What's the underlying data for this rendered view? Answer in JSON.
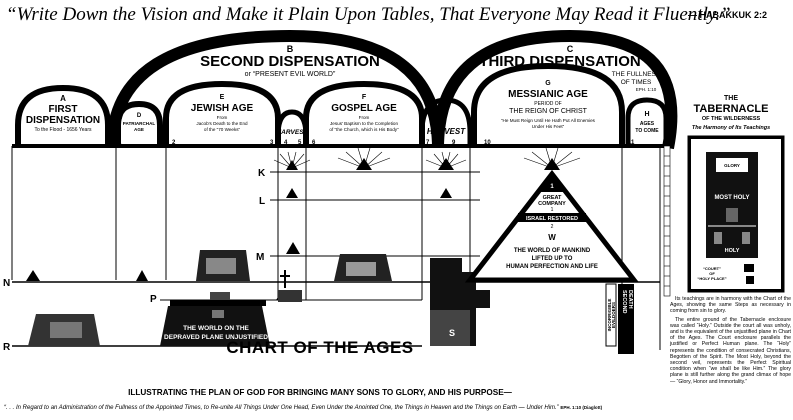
{
  "header": {
    "quote": "“Write Down the Vision and Make it Plain Upon Tables, That Everyone May Read it Fluently.”",
    "reference": "— HABAKKUK 2:2"
  },
  "dispensations": {
    "a": {
      "letter": "A",
      "title1": "FIRST",
      "title2": "DISPENSATION",
      "note": "To the Flood - 1656 Years"
    },
    "b": {
      "letter": "B",
      "title": "SECOND DISPENSATION",
      "subtitle": "or “PRESENT EVIL WORLD”"
    },
    "c": {
      "letter": "C",
      "title": "THIRD DISPENSATION",
      "subtitle1": "THE FULLNESS",
      "subtitle2": "OF TIMES",
      "ref": "EPH. 1:10"
    }
  },
  "ages": {
    "d": {
      "letter": "D",
      "line1": "PATRIARCHAL",
      "line2": "AGE"
    },
    "e": {
      "letter": "E",
      "title": "JEWISH AGE",
      "note1": "From",
      "note2": "Jacob's Death to the End",
      "note3": "of the “70 Weeks”"
    },
    "f": {
      "letter": "F",
      "title": "GOSPEL AGE",
      "note1": "From",
      "note2": "Jesus' Baptism to the Completion",
      "note3": "of “the Church, which is His Body”"
    },
    "g": {
      "letter": "G",
      "title": "MESSIANIC AGE",
      "note1": "PERIOD OF",
      "note2": "THE REIGN OF CHRIST",
      "note3": "“He Must Reign Until He Hath Put All Enemies",
      "note4": "Under His Feet”"
    },
    "h": {
      "letter": "H",
      "line1": "AGES",
      "line2": "TO COME"
    }
  },
  "harvest1": "HARVEST",
  "harvest2": "HARVEST",
  "numbers": [
    "1",
    "2",
    "3",
    "4",
    "5",
    "6",
    "7",
    "8",
    "9",
    "10",
    "11"
  ],
  "plane_letters": {
    "k": "K",
    "l": "L",
    "m": "M",
    "n": "N",
    "p": "P",
    "r": "R"
  },
  "plane_letters_small": {
    "s": "S",
    "w": "W"
  },
  "pyramid": {
    "apex": "1",
    "great_company1": "GREAT",
    "great_company2": "COMPANY",
    "gc_num": "1",
    "israel": "ISRAEL RESTORED",
    "israel_num": "2",
    "world1": "THE WORLD OF MANKIND",
    "world2": "LIFTED UP TO",
    "world3": "HUMAN PERFECTION AND LIFE"
  },
  "depraved1": "THE WORLD ON THE",
  "depraved2": "DEPRAVED PLANE UNJUSTIFIED",
  "second_death1": "SECOND",
  "second_death2": "DEATH",
  "incorrigible1": "INCORRIGIBLE",
  "incorrigible2": "EVILDOERS",
  "tabernacle": {
    "title1": "THE",
    "title2": "TABERNACLE",
    "title3": "OF THE WILDERNESS",
    "subtitle": "The Harmony of Its Teachings",
    "glory": "GLORY",
    "most_holy": "MOST HOLY",
    "holy": "HOLY",
    "court1": "“COURT”",
    "court2": "OF",
    "camp": "“HOLY PLACE”"
  },
  "side_text": {
    "p1": "Its teachings are in harmony with the Chart of the Ages, showing the same Steps as necessary in coming from sin to glory.",
    "p2": "The entire ground of the Tabernacle enclosure was called “Holy.” Outside the court all was unholy, and is the equivalent of the unjustified plane in Chart of the Ages. The Court enclosure parallels the justified or Perfect Human plane. The “Holy” represents the condition of consecrated Christians, Begotten of the Spirit. The Most Holy, beyond the second veil, represents the Perfect Spiritual condition when “we shall be like Him.” The glory plane is still further along the grand climax of hope — “Glory, Honor and Immortality.”"
  },
  "footer": {
    "title": "CHART OF THE AGES",
    "subtitle": "ILLUSTRATING THE PLAN OF GOD FOR BRINGING MANY SONS TO GLORY, AND HIS PURPOSE—",
    "verse": "“. . . In Regard to an Administration of the Fullness of the Appointed Times, to Re-unite All Things Under One Head, Even Under the Anointed One, the Things in Heaven and the Things on Earth — Under Him.”",
    "verse_ref": "EPH. 1:10 (Diaglott)"
  }
}
